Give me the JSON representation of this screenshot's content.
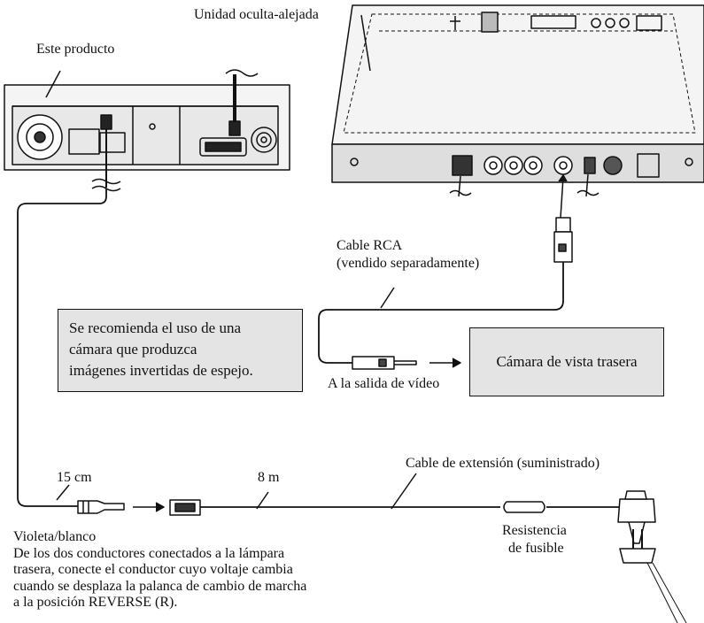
{
  "labels": {
    "hidden_unit": "Unidad oculta-alejada",
    "this_product": "Este producto",
    "rca_cable_line1": "Cable RCA",
    "rca_cable_line2": "(vendido separadamente)",
    "video_output": "A la salida de vídeo",
    "extension_cable": "Cable de extensión (suministrado)",
    "length_15cm": "15 cm",
    "length_8m": "8 m",
    "fuse_line1": "Resistencia",
    "fuse_line2": "de fusible"
  },
  "note": {
    "lines": [
      "Se recomienda el uso de una",
      "cámara que produzca",
      "imágenes invertidas de espejo."
    ]
  },
  "camera_box": {
    "label": "Cámara de vista trasera"
  },
  "wire_instruction": {
    "lines": [
      "Violeta/blanco",
      "De los dos conductores conectados a la lámpara",
      "trasera, conecte el conductor cuyo voltaje cambia",
      "cuando se desplaza la palanca de cambio de marcha",
      "a la posición REVERSE (R)."
    ]
  },
  "colors": {
    "line": "#111111",
    "box_fill": "#e4e4e4",
    "panel_fill": "#dcdcdc"
  }
}
